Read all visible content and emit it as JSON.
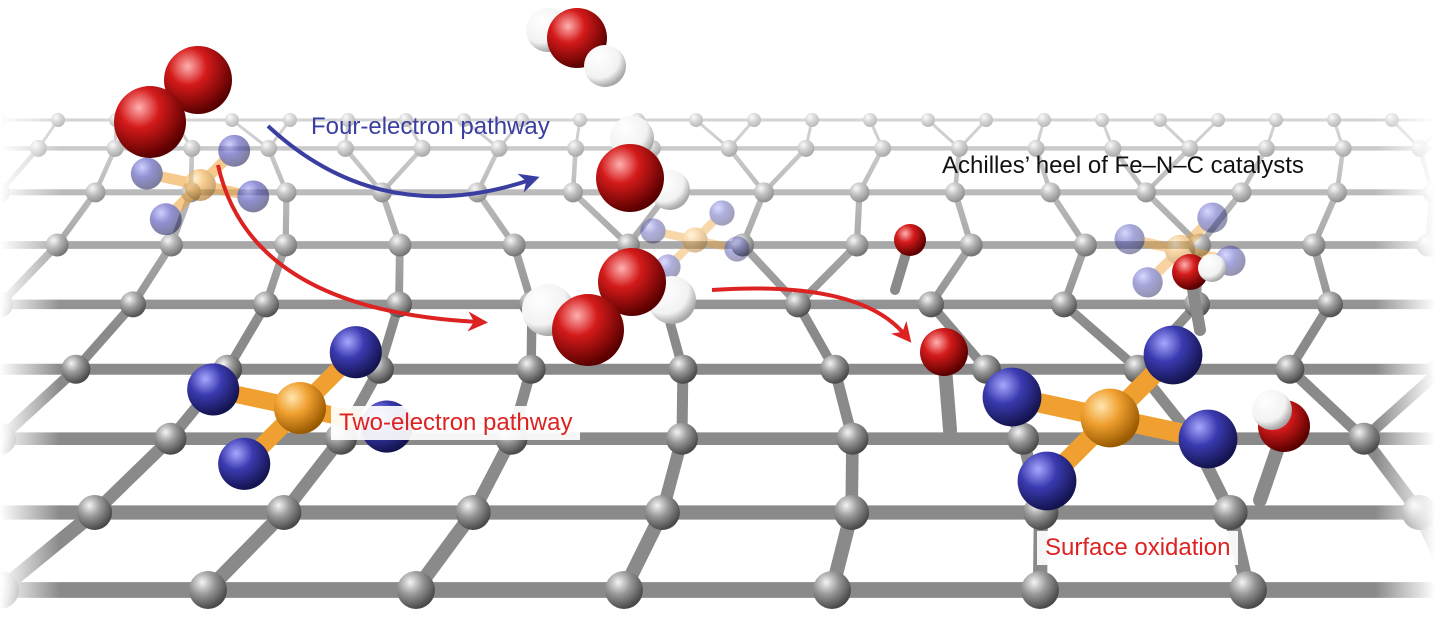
{
  "labels": {
    "title": "Achilles’ heel of Fe–N–C catalysts",
    "four_electron": "Four-electron pathway",
    "two_electron": "Two-electron pathway",
    "surface_oxidation": "Surface oxidation"
  },
  "colors": {
    "carbon": "#8e8e8e",
    "nitrogen": "#3a3ab0",
    "iron": "#f0a030",
    "oxygen": "#d41a1a",
    "hydrogen": "#ffffff",
    "bond": "#8a8a8a",
    "four_electron_arrow": "#3a3ea0",
    "two_electron_arrow": "#dd2222",
    "title_text": "#111111"
  }
}
